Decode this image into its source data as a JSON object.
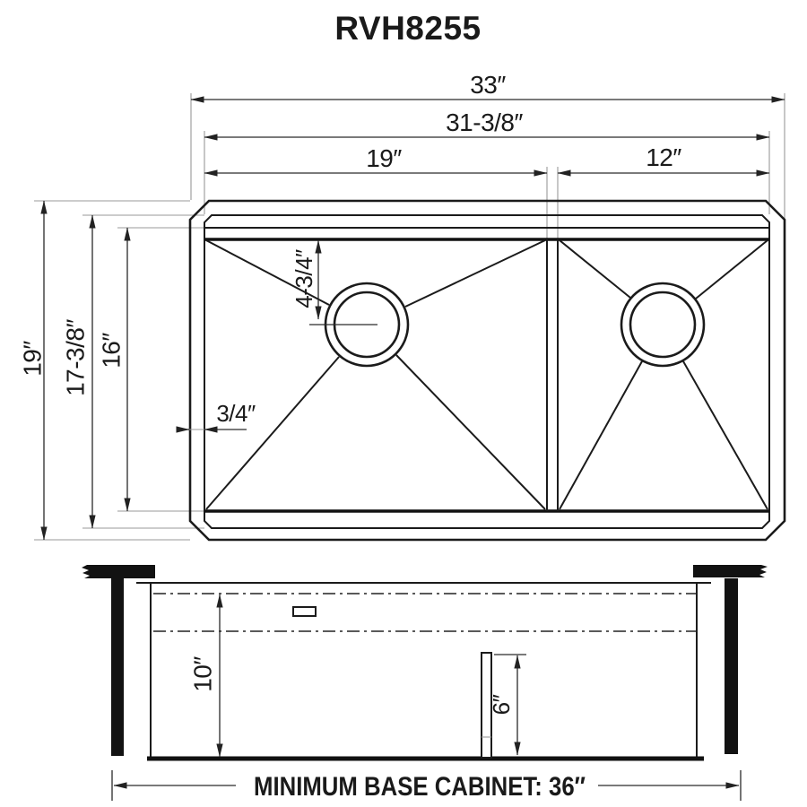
{
  "title": "RVH8255",
  "colors": {
    "line": "#1b1b1b",
    "dimension": "#2a2a2a",
    "extension": "#999999",
    "background": "#ffffff"
  },
  "top_view": {
    "width_overall": "33″",
    "width_rim": "31-3/8″",
    "width_bowl_left": "19″",
    "width_bowl_right": "12″",
    "depth_overall": "19″",
    "depth_rim": "17-3/8″",
    "depth_bowl": "16″",
    "drain_offset": "4-3/4″",
    "rim_thickness": "3/4″"
  },
  "side_view": {
    "bowl_depth": "10″",
    "divider_height": "6″",
    "cabinet_note": "MINIMUM BASE CABINET: 36″"
  }
}
